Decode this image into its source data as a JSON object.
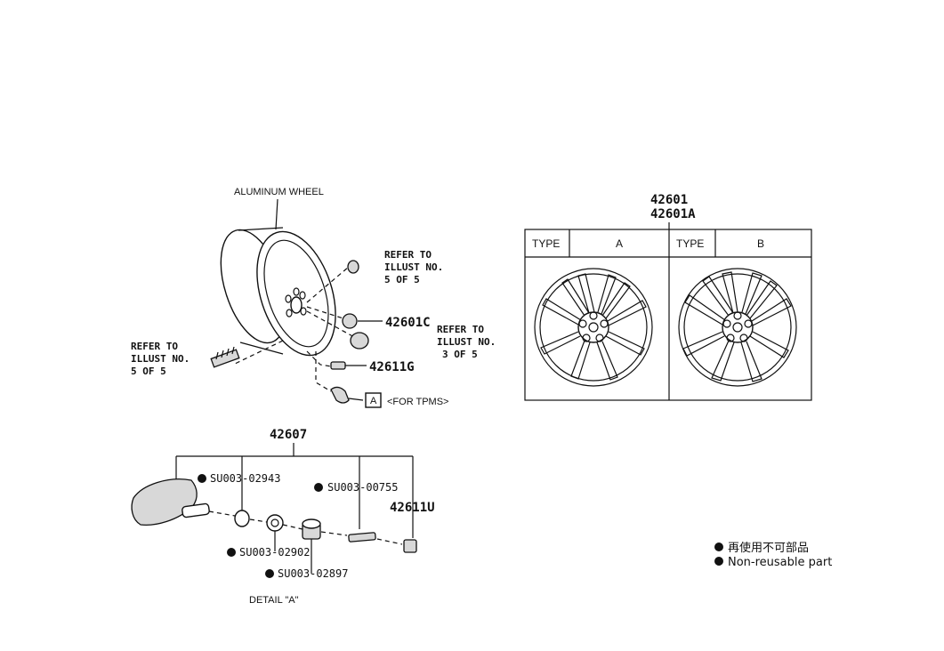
{
  "labels": {
    "aluminum_wheel": "ALUMINUM WHEEL",
    "refer_right_1": [
      "REFER TO",
      "ILLUST NO.",
      "5 OF 5"
    ],
    "refer_right_2": [
      "REFER TO",
      "ILLUST NO.",
      "3 OF 5"
    ],
    "refer_left": [
      "REFER TO",
      "ILLUST NO.",
      "5 OF 5"
    ],
    "for_tpms": "<FOR TPMS>",
    "box_a": "A",
    "detail_a": "DETAIL \"A\""
  },
  "part_numbers": {
    "p42601C": "42601C",
    "p42611G": "42611G",
    "p42607": "42607",
    "p42611U": "42611U",
    "p42601": "42601",
    "p42601A": "42601A"
  },
  "sub_parts": {
    "s02943": "SU003-02943",
    "s00755": "SU003-00755",
    "s02902": "SU003-02902",
    "s02897": "SU003-02897"
  },
  "table": {
    "type_label": "TYPE",
    "type_a_value": "A",
    "type_b_value": "B"
  },
  "legend": {
    "jp": "再使用不可部品",
    "en": "Non-reusable part"
  }
}
